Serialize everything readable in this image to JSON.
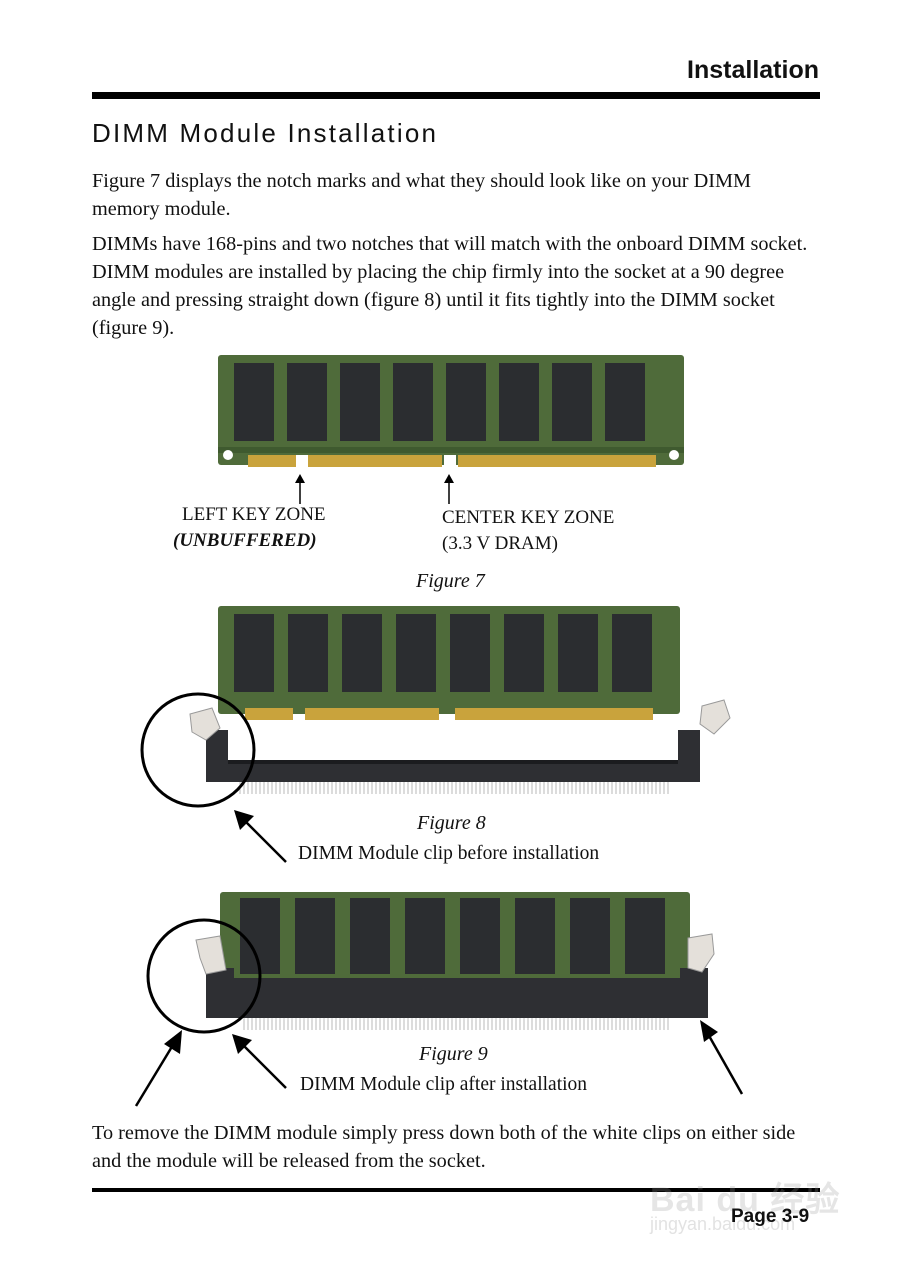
{
  "header": {
    "section": "Installation"
  },
  "title": "DIMM Module Installation",
  "paragraphs": [
    "Figure 7 displays the notch marks and what they should look like on your DIMM memory module.",
    "DIMMs have 168-pins and two notches that will match with the onboard DIMM socket.  DIMM modules are installed by placing the chip firmly into the socket at a 90 degree angle and pressing straight down (figure 8) until it fits tightly into the DIMM socket (figure 9)."
  ],
  "figure7": {
    "left_label_line1": "LEFT KEY ZONE",
    "left_label_line2": "(UNBUFFERED)",
    "center_label_line1": "CENTER KEY ZONE",
    "center_label_line2": "(3.3 V DRAM)",
    "caption": "Figure 7"
  },
  "figure8": {
    "caption": "Figure 8",
    "note": "DIMM Module clip before installation"
  },
  "figure9": {
    "caption": "Figure 9",
    "note": "DIMM Module clip after installation"
  },
  "closing_paragraph": "To remove the DIMM module simply press down both of the white clips on either side and the module will be released from the socket.",
  "footer": {
    "page_number": "Page 3-9",
    "watermark_line1": "Bai du 经验",
    "watermark_line2": "jingyan.baidu.com"
  },
  "colors": {
    "pcb": "#4f6b3a",
    "chip": "#2b2d30",
    "gold": "#c9a33c",
    "socket": "#2e2f33",
    "clip": "#e4e0da"
  }
}
